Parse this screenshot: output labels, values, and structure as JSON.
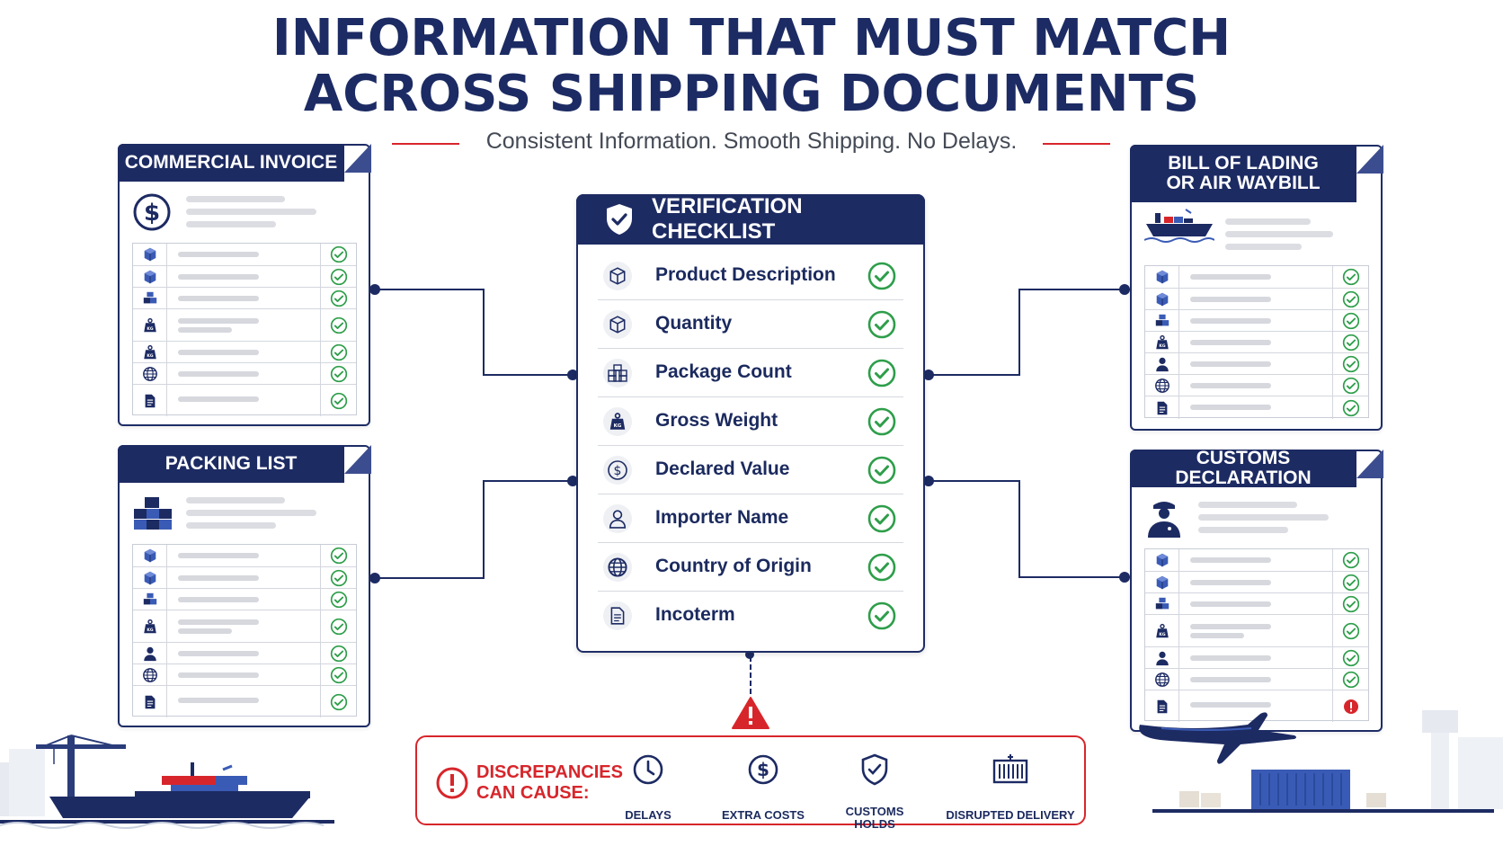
{
  "title": {
    "line1": "INFORMATION THAT MUST MATCH",
    "line2": "ACROSS SHIPPING DOCUMENTS"
  },
  "subtitle": "Consistent Information. Smooth Shipping. No Delays.",
  "documents": {
    "commercial_invoice": {
      "title": "COMMERCIAL INVOICE",
      "icon": "dollar-icon"
    },
    "packing_list": {
      "title": "PACKING LIST",
      "icon": "boxes-icon"
    },
    "bill_of_lading": {
      "title_line1": "BILL OF LADING",
      "title_line2": "OR AIR WAYBILL",
      "icon": "ship-icon"
    },
    "customs_declaration": {
      "title": "CUSTOMS DECLARATION",
      "icon": "customs-officer-icon"
    }
  },
  "checklist": {
    "title": "VERIFICATION CHECKLIST",
    "items": [
      {
        "label": "Product Description",
        "icon": "box-icon",
        "status": "match"
      },
      {
        "label": "Quantity",
        "icon": "box-icon",
        "status": "match"
      },
      {
        "label": "Package Count",
        "icon": "stacked-boxes-icon",
        "status": "match"
      },
      {
        "label": "Gross Weight",
        "icon": "weight-icon",
        "status": "match"
      },
      {
        "label": "Declared Value",
        "icon": "dollar-icon",
        "status": "match"
      },
      {
        "label": "Importer Name",
        "icon": "person-icon",
        "status": "match"
      },
      {
        "label": "Country of Origin",
        "icon": "globe-icon",
        "status": "match"
      },
      {
        "label": "Incoterm",
        "icon": "document-icon",
        "status": "match"
      }
    ]
  },
  "warning": {
    "title_line1": "DISCREPANCIES",
    "title_line2": "CAN CAUSE:",
    "effects": [
      {
        "label": "DELAYS",
        "icon": "clock-icon"
      },
      {
        "label": "EXTRA COSTS",
        "icon": "dollar-icon"
      },
      {
        "label_line1": "CUSTOMS",
        "label_line2": "HOLDS",
        "icon": "shield-icon"
      },
      {
        "label": "DISRUPTED DELIVERY",
        "icon": "container-icon"
      }
    ]
  },
  "colors": {
    "navy": "#1d2b63",
    "red": "#d7262b",
    "green": "#2e9e4a"
  }
}
